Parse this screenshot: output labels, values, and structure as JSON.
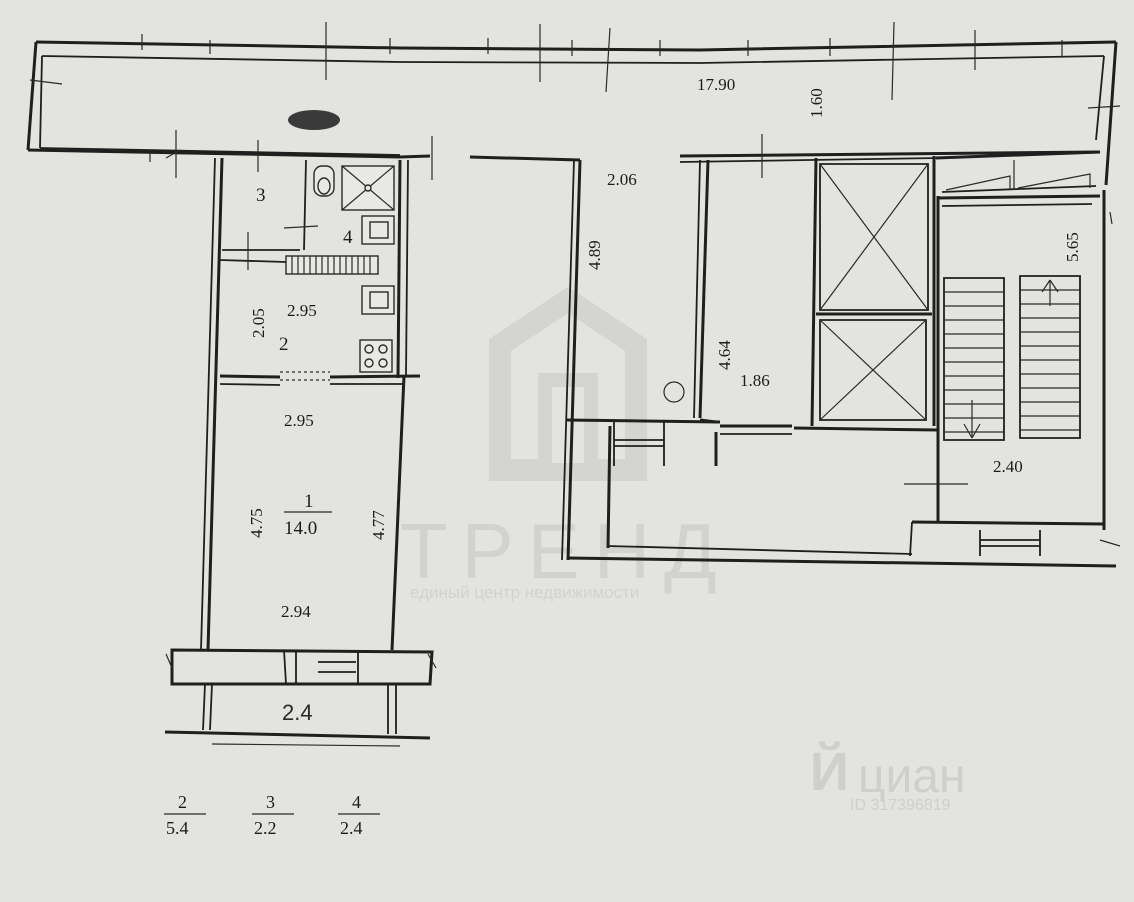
{
  "dimensions": {
    "corridor_length": "17.90",
    "corridor_width": "1.60",
    "hall_width": "2.06",
    "hall_length": "4.89",
    "room2_width": "2.95",
    "room2_length": "2.05",
    "room1_top_width": "2.95",
    "room1_bottom_width": "2.94",
    "room1_left_length": "4.75",
    "room1_right_length": "4.77",
    "lift_hall_length": "4.64",
    "lift_hall_width": "1.86",
    "stair_length": "5.65",
    "stair_width": "2.40",
    "balcony_width": "2.4"
  },
  "rooms": {
    "room1_number": "1",
    "room1_area": "14.0",
    "room2_number": "2",
    "room3_number": "3",
    "room4_number": "4"
  },
  "legend": [
    {
      "number": "2",
      "area": "5.4"
    },
    {
      "number": "3",
      "area": "2.2"
    },
    {
      "number": "4",
      "area": "2.4"
    }
  ],
  "watermarks": {
    "brand": "ТРЕНД",
    "brand_tagline": "единый центр недвижимости",
    "site": "циан",
    "listing_id": "ID 317396819"
  },
  "colors": {
    "paper": "#e3e3df",
    "ink": "#1f1f1f",
    "watermark": "#d2d2ce"
  }
}
